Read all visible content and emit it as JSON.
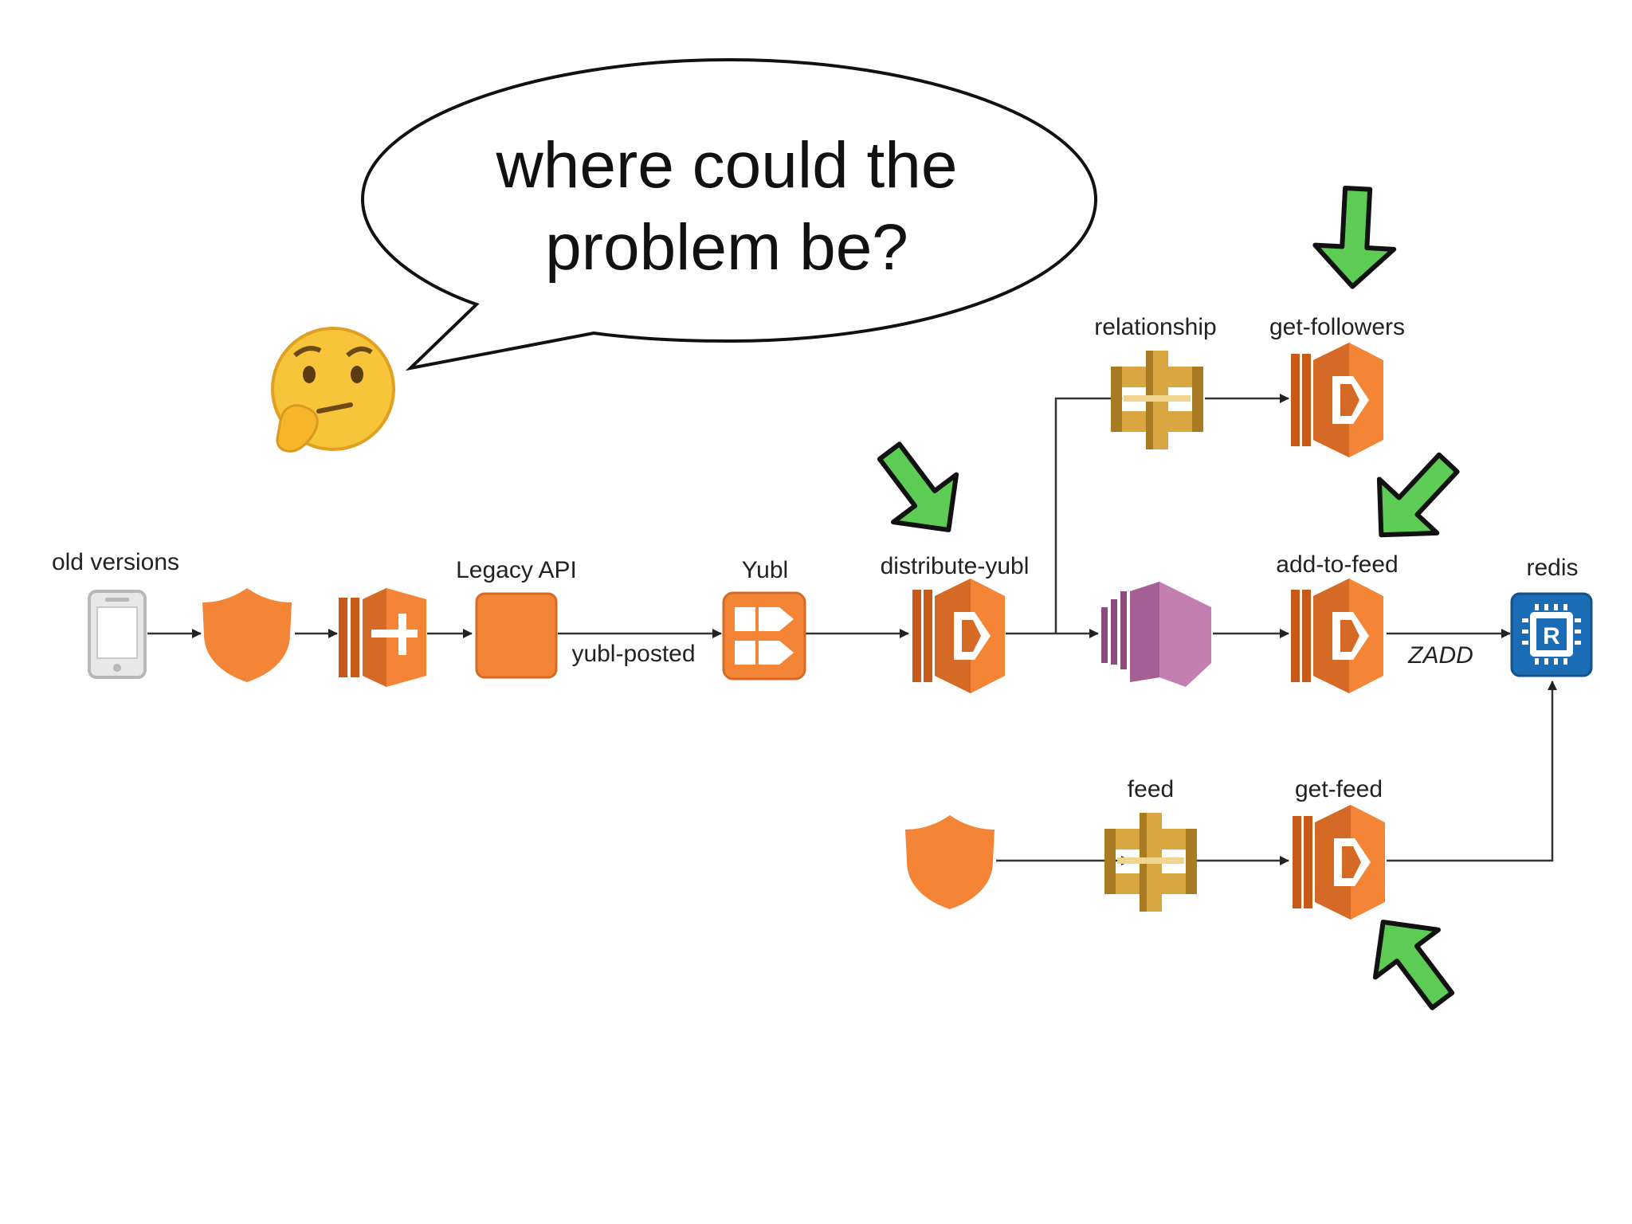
{
  "callout": {
    "line1": "where could the",
    "line2": "problem be?"
  },
  "nodes": {
    "old_versions": "old versions",
    "legacy_api": "Legacy API",
    "yubl": "Yubl",
    "distribute_yubl": "distribute-yubl",
    "relationship": "relationship",
    "get_followers": "get-followers",
    "add_to_feed": "add-to-feed",
    "redis": "redis",
    "feed": "feed",
    "get_feed": "get-feed"
  },
  "edges": {
    "yubl_posted": "yubl-posted",
    "zadd": "ZADD"
  },
  "icons": {
    "phone": "mobile-phone-icon",
    "gateway": "api-gateway-shield-icon",
    "elb": "load-balancer-icon",
    "ec2": "ec2-instance-icon",
    "sns": "sns-topic-icon",
    "lambda": "lambda-function-icon",
    "apigw": "api-gateway-icon",
    "kinesis": "kinesis-stream-icon",
    "redis": "redis-icon",
    "emoji": "thinking-face-icon",
    "highlight_arrow": "green-arrow-icon"
  },
  "colors": {
    "orange": "#f58536",
    "orange_dark": "#c85a1a",
    "gold": "#d9a741",
    "gold_dark": "#a87b22",
    "purple": "#c37fb0",
    "purple_dark": "#8e4b80",
    "redis_blue": "#1a6db5",
    "green": "#5ccc55"
  }
}
